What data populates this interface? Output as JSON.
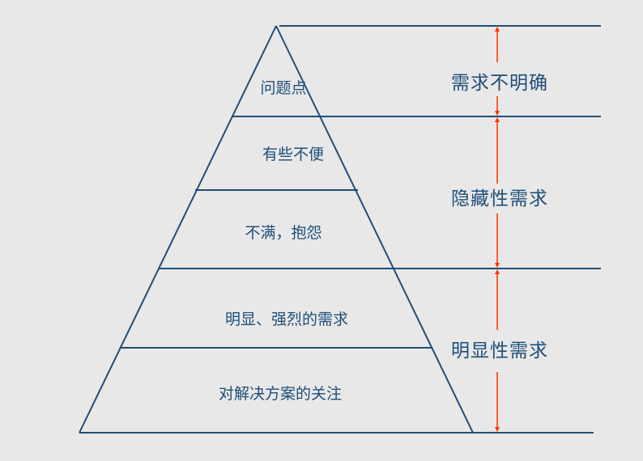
{
  "colors": {
    "background": "#e8e8e8",
    "line": "#1f4e79",
    "text": "#1f4e79",
    "arrow": "#ff3300"
  },
  "pyramid": {
    "layers": [
      {
        "label": "问题点"
      },
      {
        "label": "有些不便"
      },
      {
        "label": "不满，抱怨"
      },
      {
        "label": "明显、强烈的需求"
      },
      {
        "label": "对解决方案的关注"
      }
    ]
  },
  "categories": [
    {
      "label": "需求不明确"
    },
    {
      "label": "隐藏性需求"
    },
    {
      "label": "明显性需求"
    }
  ]
}
